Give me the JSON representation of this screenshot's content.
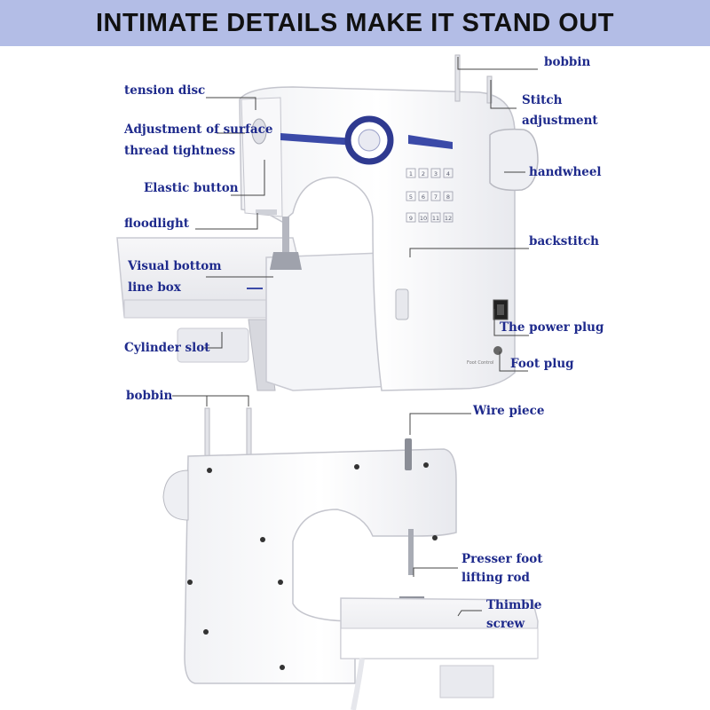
{
  "banner": {
    "title": "INTIMATE DETAILS MAKE IT STAND OUT",
    "bg_color": "#b3bde6"
  },
  "label_color": "#1e2a8c",
  "accent_color": "#3b4aa8",
  "top_machine": {
    "labels": {
      "bobbin": "bobbin",
      "tension_disc": "tension disc",
      "stitch_1": "Stitch",
      "stitch_2": "adjustment",
      "surface_1": "Adjustment of surface",
      "surface_2": "thread tightness",
      "handwheel": "handwheel",
      "elastic_button": "Elastic button",
      "floodlight": "floodlight",
      "backstitch": "backstitch",
      "visual_1": "Visual bottom",
      "visual_2": "line box",
      "power_plug": "The power plug",
      "cylinder_slot": "Cylinder slot",
      "foot_plug": "Foot plug"
    },
    "stitch_numbers": [
      "1",
      "2",
      "3",
      "4",
      "5",
      "6",
      "7",
      "8",
      "9",
      "10",
      "11",
      "12"
    ]
  },
  "bottom_machine": {
    "labels": {
      "bobbin": "bobbin",
      "wire_piece": "Wire piece",
      "presser_1": "Presser foot",
      "presser_2": "lifting rod",
      "thimble_1": "Thimble",
      "thimble_2": "screw"
    }
  }
}
